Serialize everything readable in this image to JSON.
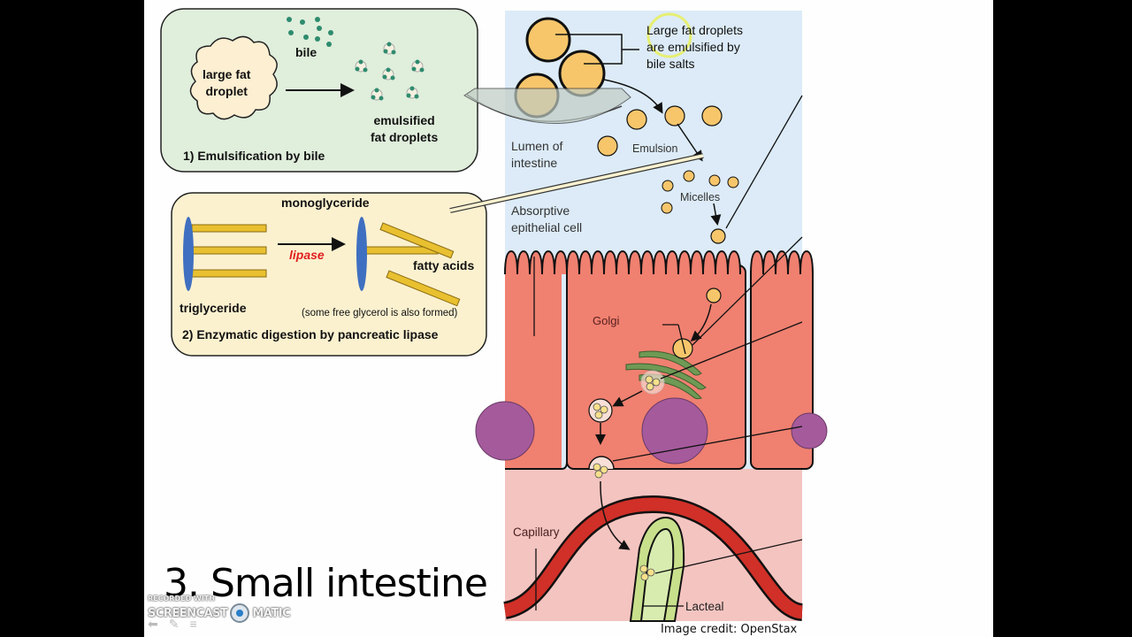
{
  "slide": {
    "title": "3. Small intestine",
    "credit": "Image credit: OpenStax"
  },
  "panel1": {
    "droplet_label_line1": "large fat",
    "droplet_label_line2": "droplet",
    "bile_label": "bile",
    "emulsified_line1": "emulsified",
    "emulsified_line2": "fat droplets",
    "caption": "1) Emulsification by bile",
    "colors": {
      "fill": "#e0eedc",
      "bile_dot": "#2e8b6e"
    }
  },
  "panel2": {
    "monoglyceride_label": "monoglyceride",
    "enzyme_label": "lipase",
    "fatty_acids_label": "fatty acids",
    "triglyceride_label": "triglyceride",
    "note": "(some free glycerol is also formed)",
    "caption": "2) Enzymatic digestion by pancreatic lipase",
    "colors": {
      "fill": "#fbf1cf",
      "glycerol": "#3f6fc0",
      "chain": "#e8c030",
      "enzyme": "#e02020"
    }
  },
  "intestine": {
    "callout_line1": "Large fat droplets",
    "callout_line2": "are emulsified by",
    "callout_line3": "bile salts",
    "lumen_line1": "Lumen of",
    "lumen_line2": "intestine",
    "emulsion_label": "Emulsion",
    "micelles_label": "Micelles",
    "cell_line1": "Absorptive",
    "cell_line2": "epithelial cell",
    "golgi_label": "Golgi",
    "capillary_label": "Capillary",
    "lacteal_label": "Lacteal",
    "colors": {
      "lumen": "#dcebf7",
      "cell": "#f08070",
      "nucleus": "#a55a9c",
      "golgi": "#6e9a55",
      "tissue": "#f4c4c0",
      "capillary": "#d03028",
      "lacteal": "#c8e08c",
      "fat": "#f7c66b"
    }
  },
  "watermark": {
    "line1": "RECORDED WITH",
    "brand_left": "SCREENCAST",
    "brand_right": "MATIC"
  }
}
